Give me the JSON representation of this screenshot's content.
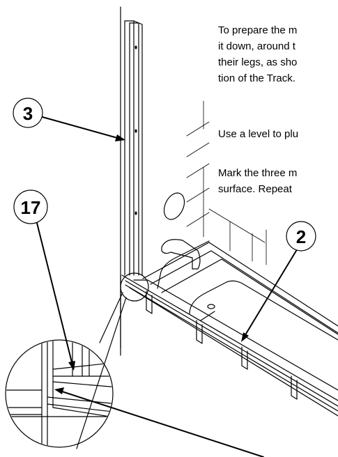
{
  "instructions": {
    "paragraph1": [
      "To prepare the m",
      "it down, around t",
      "their legs, as sho",
      "tion of the Track."
    ],
    "paragraph2": "Use a level to plu",
    "paragraph3": [
      "Mark the three m",
      "surface.  Repeat"
    ]
  },
  "callouts": {
    "left_jamb": "3",
    "jamb_seal": "17",
    "bottom_track": "2"
  },
  "colors": {
    "line": "#000000",
    "background": "#ffffff"
  }
}
